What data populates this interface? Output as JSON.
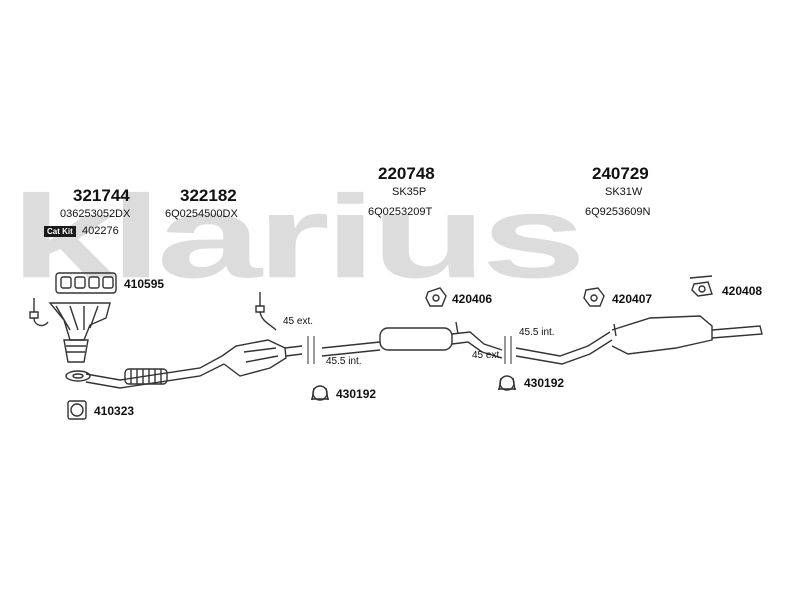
{
  "watermark": "klarius",
  "parts": [
    {
      "number": "321744",
      "ref": "036253052DX"
    },
    {
      "number": "322182",
      "ref": "6Q0254500DX"
    },
    {
      "number": "220748",
      "code": "SK35P",
      "ref": "6Q0253209T"
    },
    {
      "number": "240729",
      "code": "SK31W",
      "ref": "6Q9253609N"
    }
  ],
  "cat_kit": {
    "label": "Cat Kit",
    "number": "402276"
  },
  "fittings": [
    "410595",
    "410323",
    "420406",
    "430192",
    "420407",
    "420408",
    "430192"
  ],
  "dimensions": [
    "45 ext.",
    "45.5 int.",
    "45.5 int.",
    "45 ext."
  ]
}
